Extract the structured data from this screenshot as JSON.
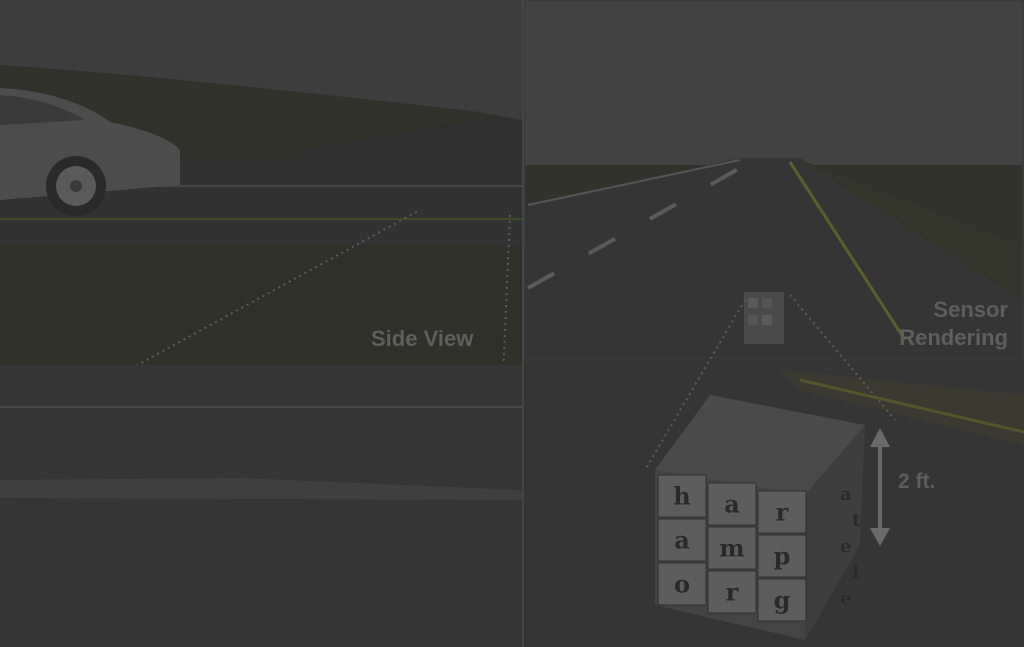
{
  "panels": {
    "side_view": {
      "label": "Side View"
    },
    "sensor_rendering": {
      "label_line1": "Sensor",
      "label_line2": "Rendering"
    }
  },
  "annotation": {
    "cube_size": "2 ft."
  },
  "cube_letters": {
    "front": [
      "h",
      "a",
      "r",
      "a",
      "m",
      "p",
      "o",
      "r",
      "g"
    ],
    "side": [
      "a",
      "t",
      "e",
      "l",
      "e"
    ]
  },
  "colors": {
    "sky": "#3f3f3f",
    "grass": "#30322b",
    "road": "#333333",
    "lane_yellow": "#6a6a2a",
    "label_gray": "#5e5e5e"
  }
}
